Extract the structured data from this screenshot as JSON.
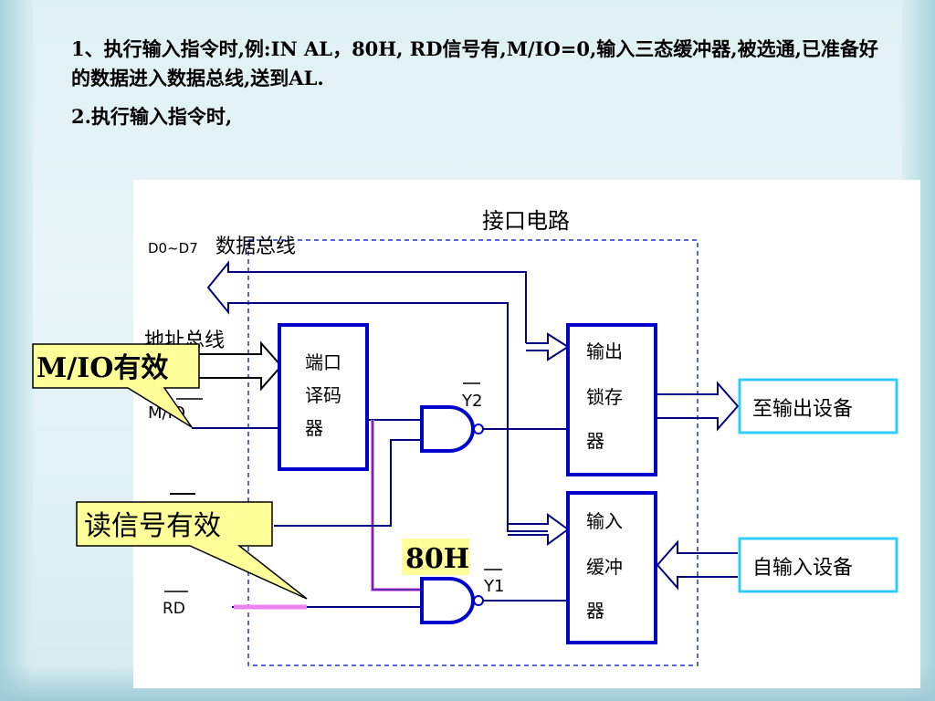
{
  "slide": {
    "line1": "1、执行输入指令时,例:IN  AL，80H, RD信号有,M/IO=0,输入三态缓冲器,被选通,已准备好的数据进入数据总线,送到AL.",
    "line2": "2.执行输入指令时,"
  },
  "diagram": {
    "interface_title": "接口电路",
    "data_bus_prefix": "D0~D7",
    "data_bus_label": "数据总线",
    "address_bus_label": "地址总线",
    "mio_label": "M/IO",
    "rd_label": "RD",
    "decoder_lines": [
      "端口",
      "译码",
      "器"
    ],
    "y2_label": "Y2",
    "y1_label": "Y1",
    "latch_lines": [
      "输出",
      "锁存",
      "器"
    ],
    "buffer_lines": [
      "输入",
      "缓冲",
      "器"
    ],
    "to_output_device": "至输出设备",
    "from_input_device": "自输入设备",
    "callout_mio": "M/IO有效",
    "callout_read": "读信号有效",
    "port_address": "80H"
  },
  "colors": {
    "wire": "#000080",
    "block_border": "#0000cc",
    "highlight": "#ee82ee",
    "callout_fill": "#ffff99",
    "device_box_border": "#33ccff"
  }
}
